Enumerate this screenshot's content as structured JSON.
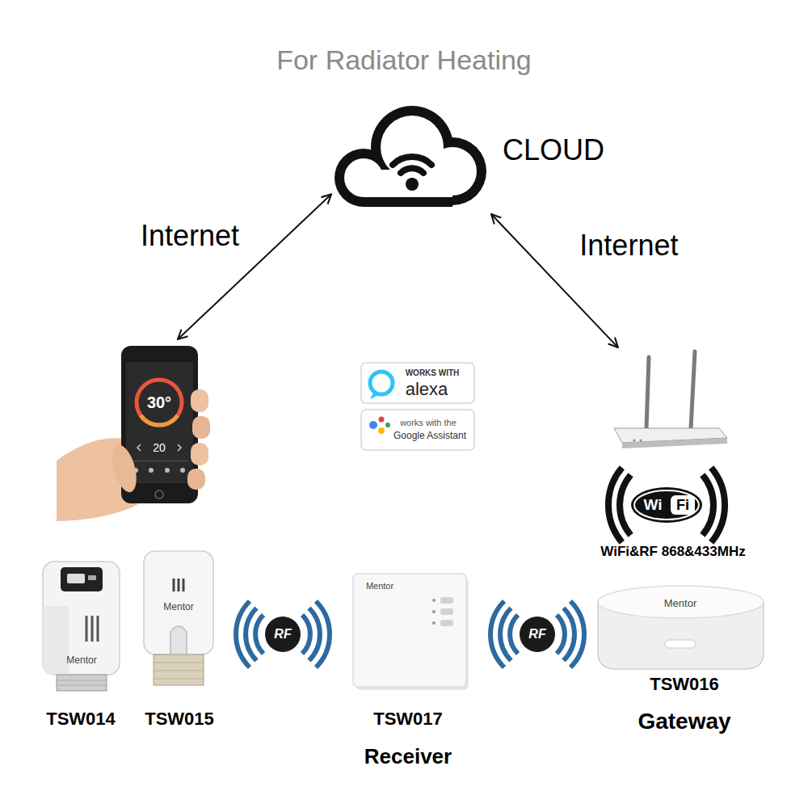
{
  "diagram": {
    "title": "For Radiator Heating",
    "nodes": [
      {
        "text": [
          "CLOUD"
        ]
      },
      {
        "text": [
          "30°",
          "20"
        ]
      },
      {
        "text": [
          "Wi",
          "Fi",
          "WiFi&RF 868&433MHz"
        ]
      },
      {
        "text": [
          "Mentor",
          "TSW014"
        ]
      },
      {
        "text": [
          "Mentor",
          "TSW015"
        ]
      },
      {
        "text": [
          "Mentor",
          "TSW017",
          "Receiver"
        ]
      },
      {
        "text": [
          "Mentor",
          "TSW016",
          "Gateway"
        ]
      }
    ],
    "edges": [
      {
        "from": 1,
        "to": 0,
        "label": "Internet",
        "arrow": "both"
      },
      {
        "from": 0,
        "to": 2,
        "label": "Internet",
        "arrow": "both"
      }
    ],
    "labels": [
      "WORKS WITH",
      "alexa",
      "works with the",
      "Google Assistant",
      "RF",
      "RF"
    ]
  }
}
